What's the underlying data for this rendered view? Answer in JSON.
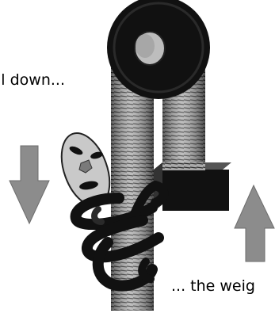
{
  "captions": {
    "top": "ll down...",
    "bottom": "... the weig"
  },
  "arrows": {
    "left_direction": "down",
    "right_direction": "up"
  },
  "objects": {
    "pulley": "pulley",
    "rope": "rope",
    "climber": "climber",
    "weight": "weight"
  },
  "colors": {
    "background": "#ffffff",
    "pulley": "#111111",
    "hub": "#bdbdbd",
    "rope": "#8a8a8a",
    "arrow": "#8c8c8c",
    "weight": "#111111",
    "face": "#c9c9c9"
  }
}
